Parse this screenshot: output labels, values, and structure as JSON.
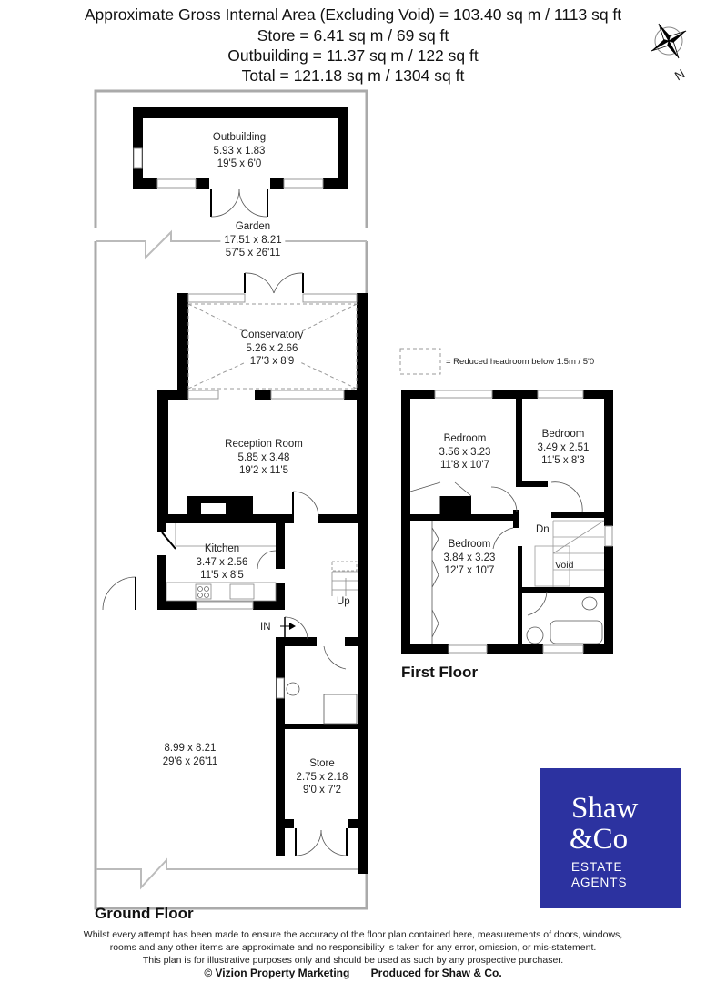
{
  "header": {
    "line1": "Approximate Gross Internal Area (Excluding Void) = 103.40 sq m / 1113 sq ft",
    "line2": "Store = 6.41 sq m / 69 sq ft",
    "line3": "Outbuilding = 11.37 sq m / 122 sq ft",
    "line4": "Total = 121.18 sq m / 1304 sq ft"
  },
  "compass": {
    "icon": "compass-rose-icon",
    "label": "N"
  },
  "legend": {
    "text": "= Reduced headroom below 1.5m / 5'0"
  },
  "ground_floor": {
    "title": "Ground Floor",
    "rooms": [
      {
        "name": "Outbuilding",
        "metric": "5.93 x 1.83",
        "imperial": "19'5 x 6'0"
      },
      {
        "name": "Garden",
        "metric": "17.51 x 8.21",
        "imperial": "57'5 x 26'11"
      },
      {
        "name": "Conservatory",
        "metric": "5.26 x 2.66",
        "imperial": "17'3 x 8'9"
      },
      {
        "name": "Reception Room",
        "metric": "5.85 x 3.48",
        "imperial": "19'2 x 11'5"
      },
      {
        "name": "Kitchen",
        "metric": "3.47 x 2.56",
        "imperial": "11'5 x 8'5"
      },
      {
        "name": "",
        "metric": "8.99 x 8.21",
        "imperial": "29'6 x 26'11"
      },
      {
        "name": "Store",
        "metric": "2.75 x 2.18",
        "imperial": "9'0 x 7'2"
      }
    ],
    "labels": {
      "up": "Up",
      "entrance": "IN"
    }
  },
  "first_floor": {
    "title": "First Floor",
    "rooms": [
      {
        "name": "Bedroom",
        "metric": "3.56 x 3.23",
        "imperial": "11'8 x 10'7"
      },
      {
        "name": "Bedroom",
        "metric": "3.49 x 2.51",
        "imperial": "11'5 x 8'3"
      },
      {
        "name": "Bedroom",
        "metric": "3.84 x 3.23",
        "imperial": "12'7 x 10'7"
      }
    ],
    "labels": {
      "down": "Dn",
      "void": "Void"
    }
  },
  "logo": {
    "line1": "Shaw",
    "line2": "&Co",
    "line3": "ESTATE",
    "line4": "AGENTS",
    "bg_color": "#2c32a0"
  },
  "disclaimer": {
    "line1": "Whilst every attempt has been made to ensure the accuracy of the floor plan contained here, measurements of doors, windows,",
    "line2": "rooms and any other items are approximate and no responsibility is taken for any error, omission, or mis-statement.",
    "line3": "This plan is for illustrative purposes only and should be used as such by any prospective purchaser.",
    "credit1": "© Vizion Property Marketing",
    "credit2": "Produced for Shaw & Co."
  }
}
